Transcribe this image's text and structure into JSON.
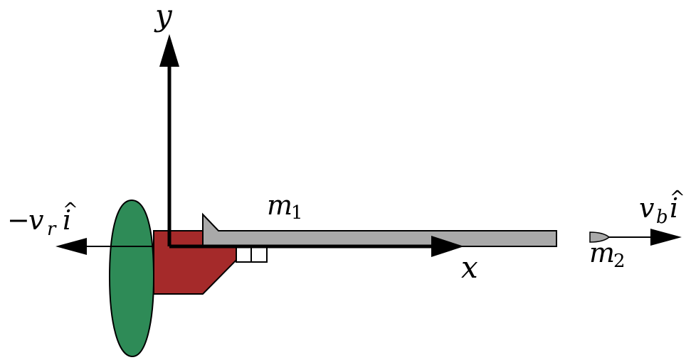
{
  "axes": {
    "y_label": "y",
    "x_label": "x"
  },
  "labels": {
    "recoil": {
      "sign": "−",
      "symbol": "v",
      "subscript": "r",
      "unit_vector": "i",
      "hat": "^"
    },
    "bullet_velocity": {
      "symbol": "v",
      "subscript": "b",
      "unit_vector": "i",
      "hat": "^"
    },
    "gun_mass": {
      "symbol": "m",
      "subscript": "1"
    },
    "bullet_mass": {
      "symbol": "m",
      "subscript": "2"
    }
  },
  "colors": {
    "shoulder": "#2e8b57",
    "stock": "#a52a2a",
    "barrel": "#a9a9a9",
    "bullet": "#a9a9a9",
    "arrows": "#000000"
  }
}
